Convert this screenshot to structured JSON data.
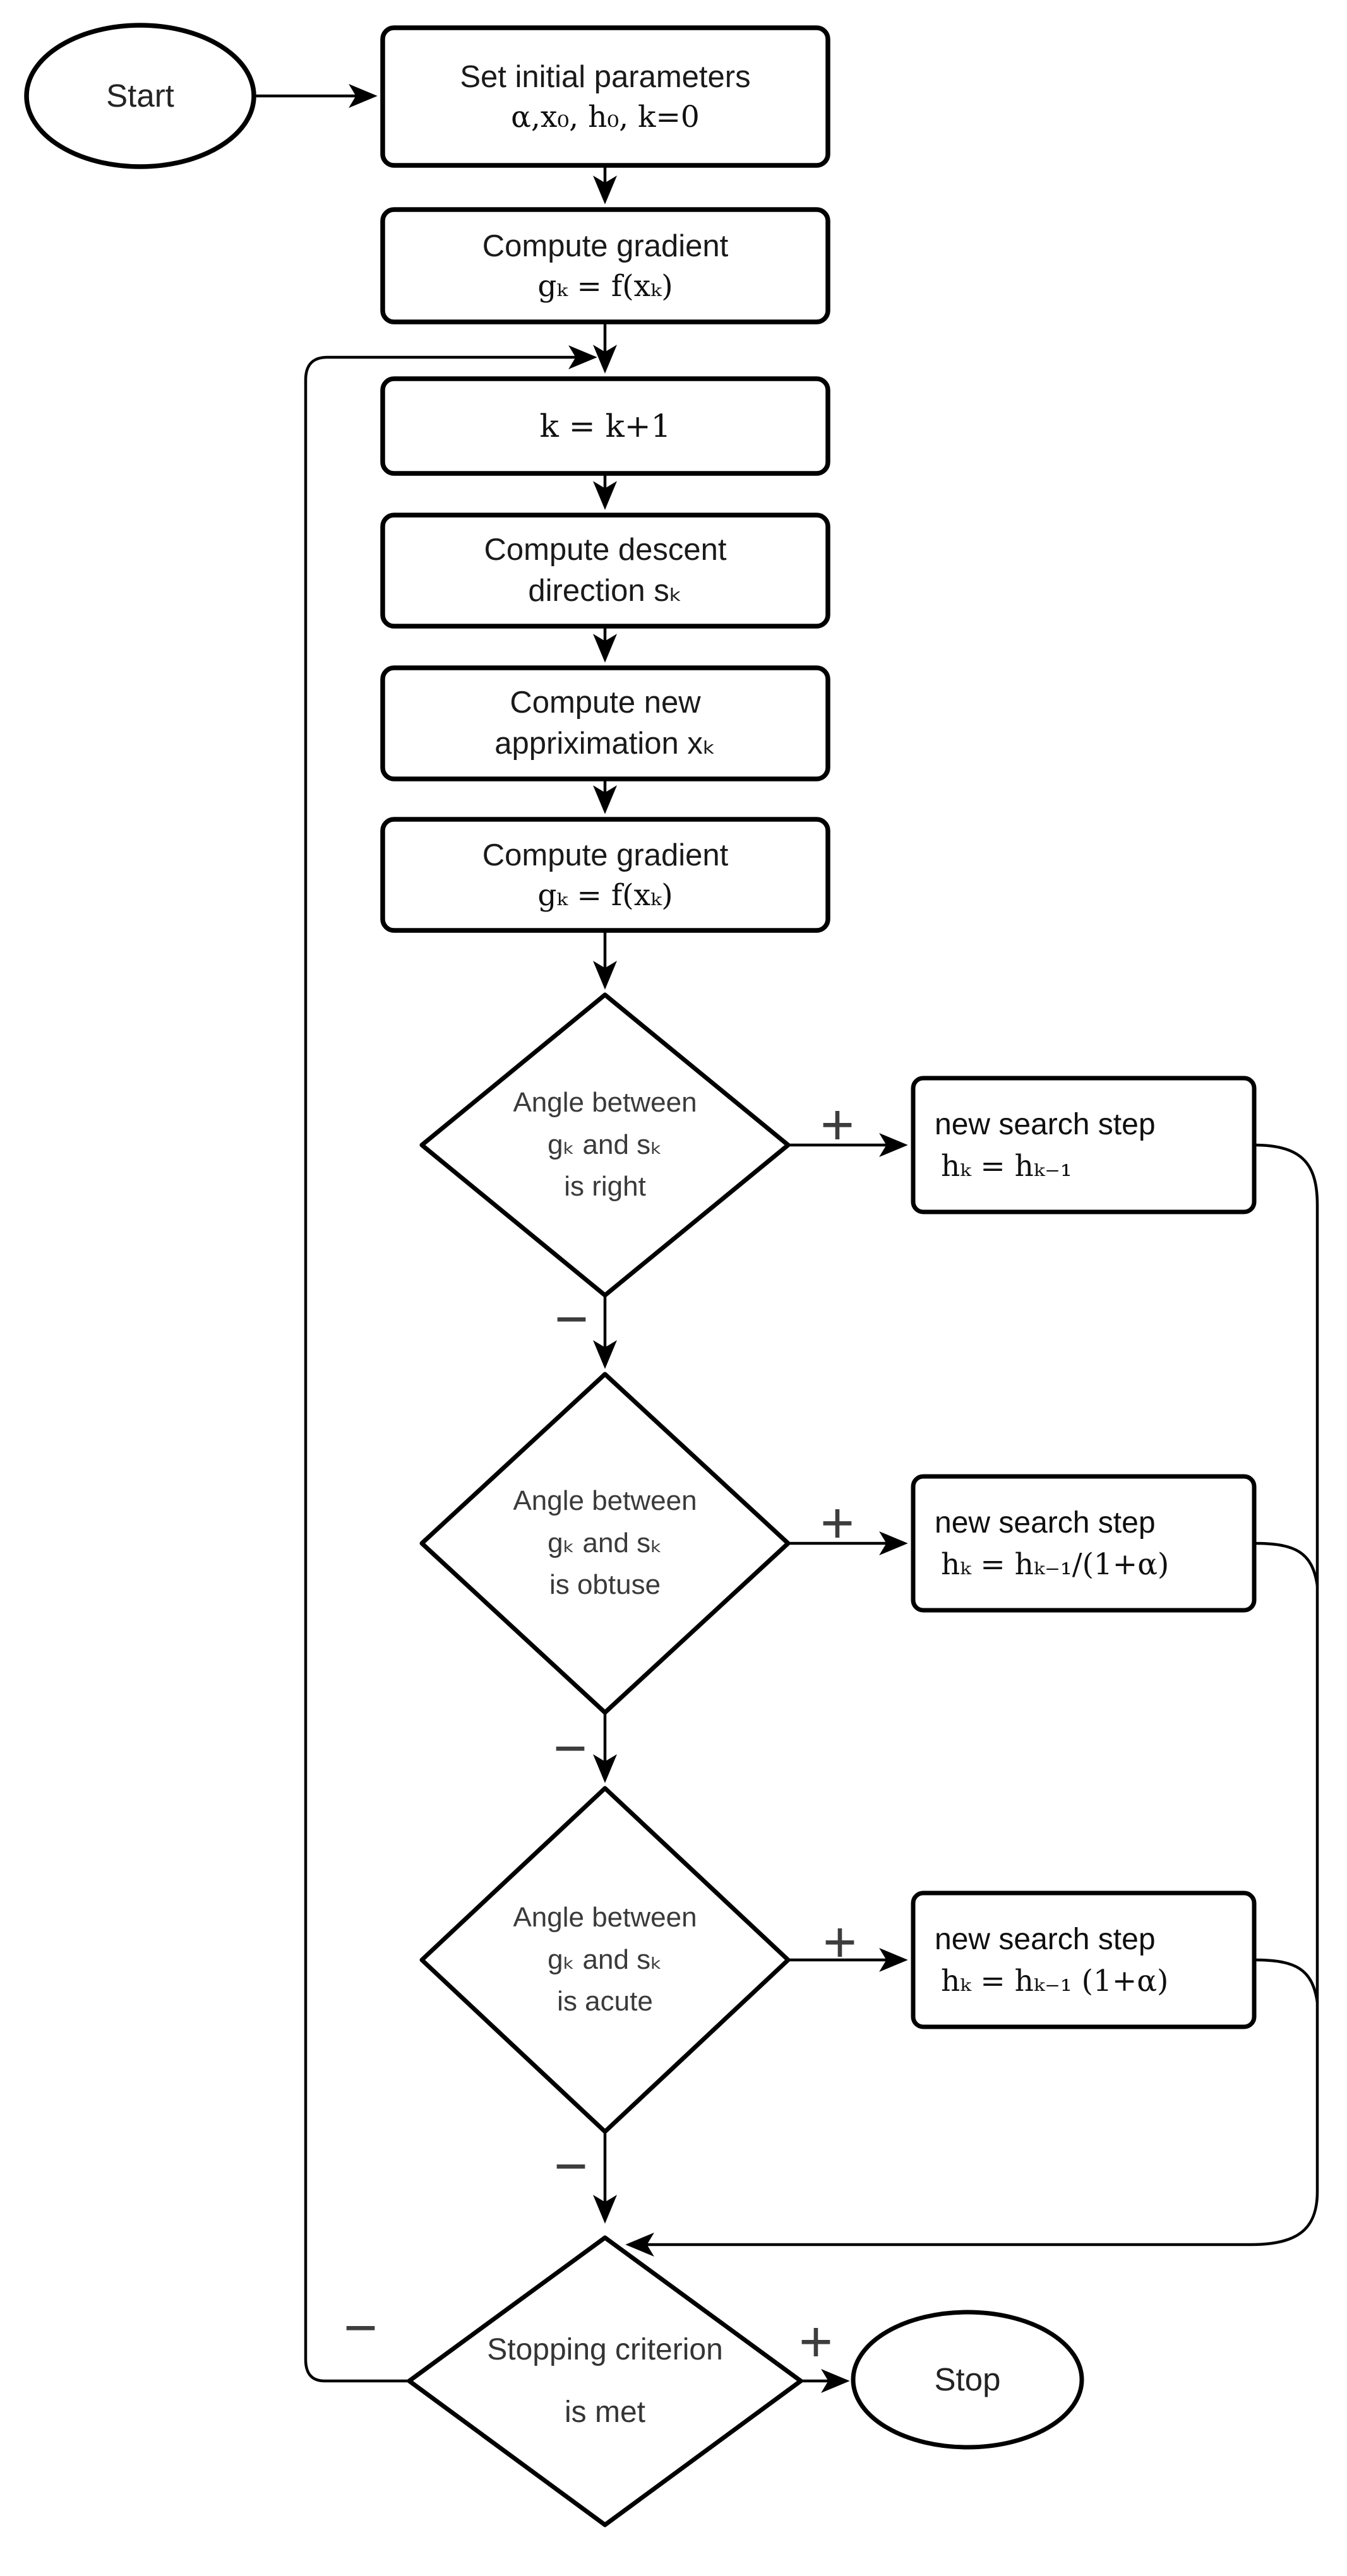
{
  "diagram": {
    "nodes": {
      "start": {
        "label": "Start"
      },
      "set_params": {
        "line1": "Set initial parameters",
        "line2": "α,x₀, h₀, k=0"
      },
      "compute_gradient_1": {
        "line1": "Compute gradient",
        "line2": "gₖ = f(xₖ)"
      },
      "increment_k": {
        "line1": "k = k+1"
      },
      "descent_direction": {
        "line1": "Compute descent",
        "line2": "direction sₖ"
      },
      "new_approximation": {
        "line1": "Compute new",
        "line2": "appriximation xₖ"
      },
      "compute_gradient_2": {
        "line1": "Compute gradient",
        "line2": "gₖ = f(xₖ)"
      },
      "angle_right": {
        "line1": "Angle between",
        "line2": "gₖ and sₖ",
        "line3": "is right"
      },
      "search_step_1": {
        "line1": "new search step",
        "line2": "hₖ = hₖ₋₁"
      },
      "angle_obtuse": {
        "line1": "Angle between",
        "line2": "gₖ and sₖ",
        "line3": "is obtuse"
      },
      "search_step_2": {
        "line1": "new search step",
        "line2": "hₖ = hₖ₋₁/(1+α)"
      },
      "angle_acute": {
        "line1": "Angle between",
        "line2": "gₖ and sₖ",
        "line3": "is acute"
      },
      "search_step_3": {
        "line1": "new search step",
        "line2": "hₖ = hₖ₋₁ (1+α)"
      },
      "stopping_criterion": {
        "line1": "Stopping criterion",
        "line2": "is met"
      },
      "stop": {
        "label": "Stop"
      }
    },
    "edge_labels": {
      "angle_right_yes": "+",
      "angle_right_no": "−",
      "angle_obtuse_yes": "+",
      "angle_obtuse_no": "−",
      "angle_acute_yes": "+",
      "angle_acute_no": "−",
      "stopping_yes": "+",
      "stopping_no": "−"
    },
    "colors": {
      "stroke": "#000000",
      "node_fill": "#ffffff",
      "text": "#161616",
      "formula_text": "#101010",
      "decision_text": "#3a3a3a",
      "sign": "#3d3d3d",
      "background": "#ffffff"
    }
  }
}
